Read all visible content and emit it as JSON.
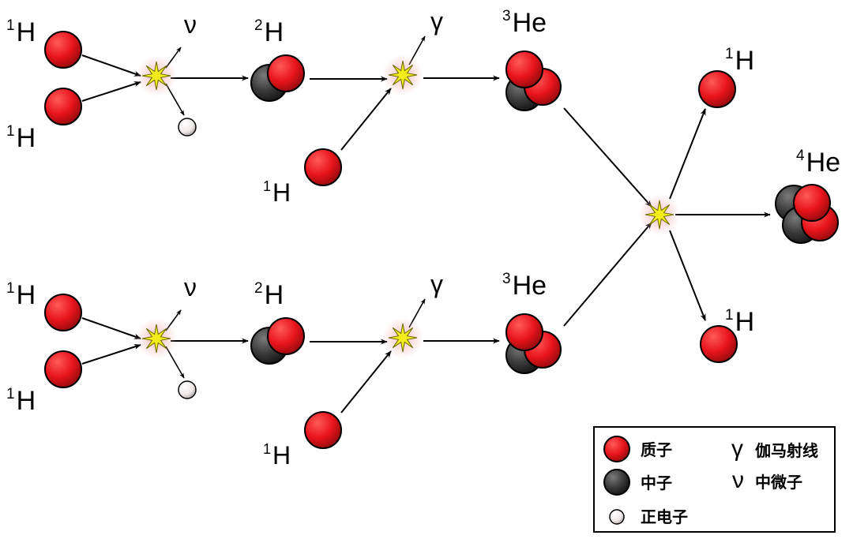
{
  "labels": {
    "h1": "H",
    "h2": "H",
    "he3": "He",
    "he4": "He",
    "mass1": "1",
    "mass2": "2",
    "mass3": "3",
    "mass4": "4",
    "gamma": "γ",
    "nu": "ν"
  },
  "legend": {
    "proton": "质子",
    "neutron": "中子",
    "positron": "正电子",
    "gamma_symbol": "γ",
    "gamma_label": "伽马射线",
    "nu_symbol": "ν",
    "nu_label": "中微子"
  },
  "colors": {
    "proton": "#e8141b",
    "neutron": "#3a3a3a",
    "positron": "#f2eeee",
    "flash": "#f4ec1c",
    "arrow": "#000000"
  }
}
